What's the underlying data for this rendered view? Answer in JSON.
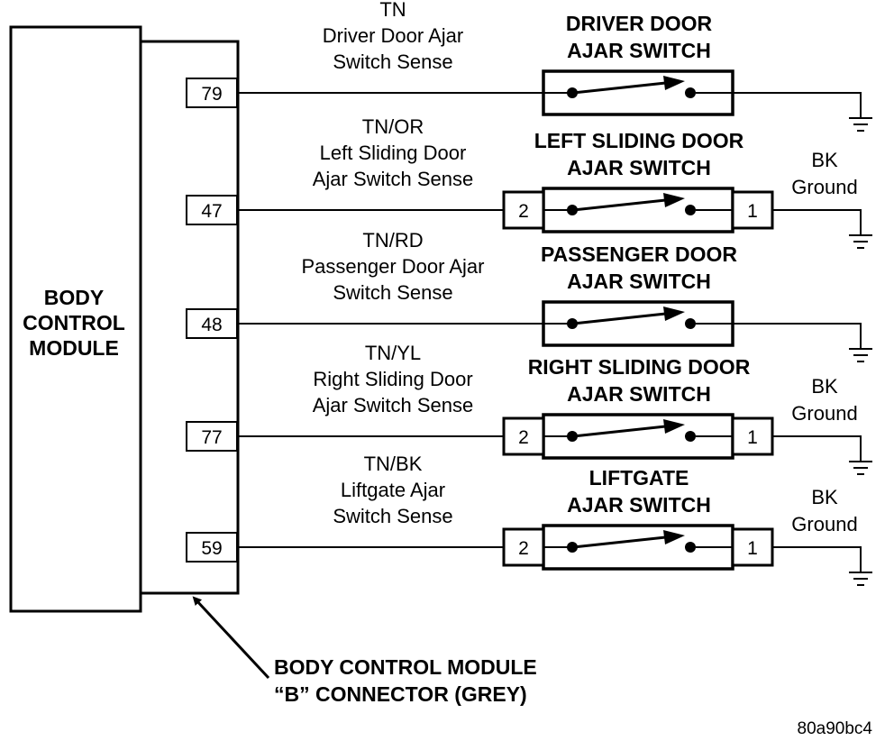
{
  "module": {
    "lines": [
      "BODY",
      "CONTROL",
      "MODULE"
    ]
  },
  "connector_label": {
    "lines": [
      "BODY CONTROL MODULE",
      "“B” CONNECTOR (GREY)"
    ]
  },
  "figure_id": "80a90bc4",
  "circuits": [
    {
      "pin": "79",
      "wire_color": "TN",
      "sense": [
        "Driver Door Ajar",
        "Switch Sense"
      ],
      "switch": [
        "DRIVER DOOR",
        "AJAR SWITCH"
      ],
      "connector": false
    },
    {
      "pin": "47",
      "wire_color": "TN/OR",
      "sense": [
        "Left Sliding Door",
        "Ajar Switch Sense"
      ],
      "switch": [
        "LEFT SLIDING DOOR",
        "AJAR SWITCH"
      ],
      "connector": true,
      "pin_in": "2",
      "pin_out": "1",
      "ground_color": "BK",
      "ground_label": "Ground"
    },
    {
      "pin": "48",
      "wire_color": "TN/RD",
      "sense": [
        "Passenger Door Ajar",
        "Switch Sense"
      ],
      "switch": [
        "PASSENGER DOOR",
        "AJAR SWITCH"
      ],
      "connector": false
    },
    {
      "pin": "77",
      "wire_color": "TN/YL",
      "sense": [
        "Right Sliding Door",
        "Ajar Switch Sense"
      ],
      "switch": [
        "RIGHT SLIDING DOOR",
        "AJAR SWITCH"
      ],
      "connector": true,
      "pin_in": "2",
      "pin_out": "1",
      "ground_color": "BK",
      "ground_label": "Ground"
    },
    {
      "pin": "59",
      "wire_color": "TN/BK",
      "sense": [
        "Liftgate Ajar",
        "Switch Sense"
      ],
      "switch": [
        "LIFTGATE",
        "AJAR SWITCH"
      ],
      "connector": true,
      "pin_in": "2",
      "pin_out": "1",
      "ground_color": "BK",
      "ground_label": "Ground"
    }
  ]
}
